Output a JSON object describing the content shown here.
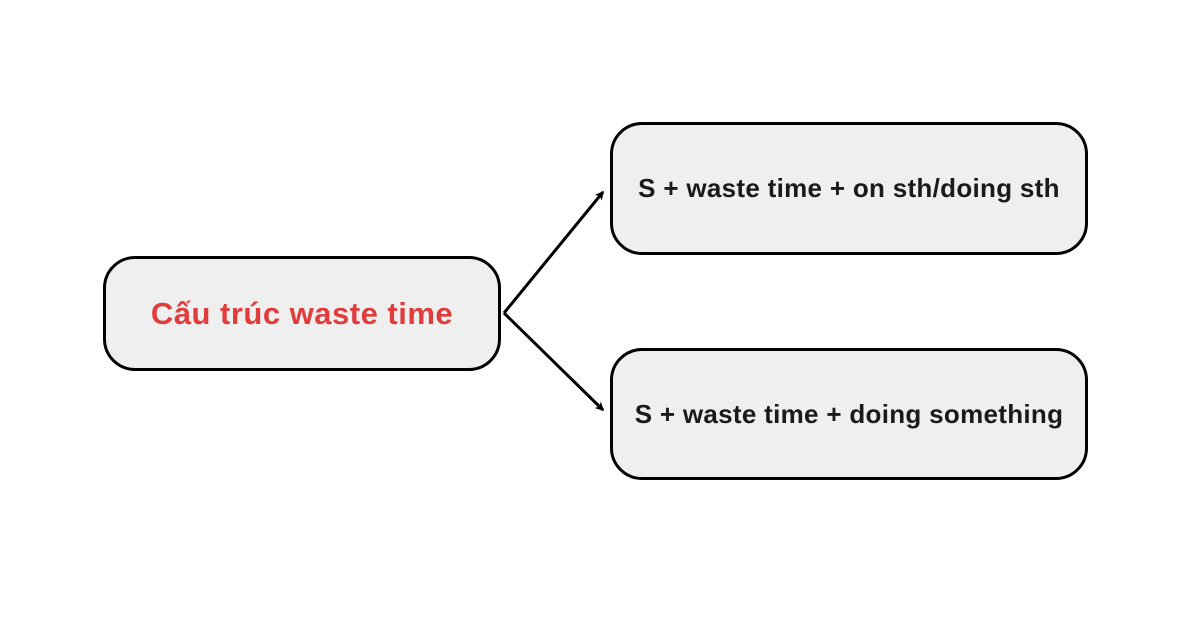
{
  "diagram": {
    "title": "waste time structure mind map",
    "root": {
      "label": "Cấu trúc waste time",
      "text_color": "#e03c3c"
    },
    "branches": [
      {
        "label": "S + waste time + on sth/doing sth"
      },
      {
        "label": "S + waste time + doing something"
      }
    ],
    "style": {
      "background": "#ffffff",
      "node_fill": "#efefef",
      "node_border_color": "#000000",
      "branch_text_color": "#1a1a1a",
      "arrow_color": "#000000"
    }
  }
}
